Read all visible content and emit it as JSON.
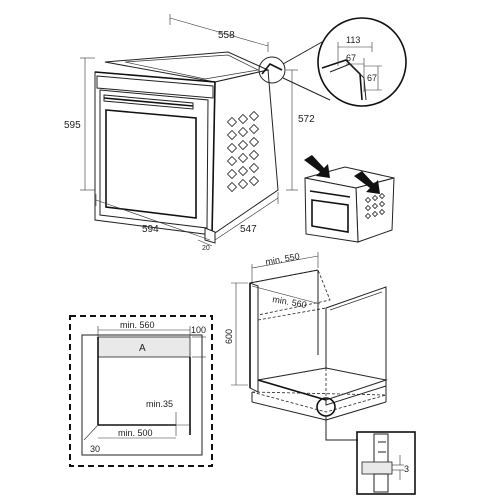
{
  "oven_dimensions": {
    "width": "558",
    "front_width": "594",
    "height": "595",
    "depth": "547",
    "side_height": "572",
    "bottom_gap": "20"
  },
  "detail_top_right": {
    "width": "113",
    "horizontal": "67",
    "vertical": "67"
  },
  "cabinet_3d": {
    "min_width": "min. 550",
    "min_depth": "min. 560",
    "height": "600"
  },
  "cabinet_front": {
    "min_width": "min. 560",
    "top_gap": "100",
    "zone_label": "A",
    "min_35": "min.35",
    "min_500": "min. 500",
    "left_30": "30"
  },
  "detail_bottom_right": {
    "gap": "3"
  }
}
